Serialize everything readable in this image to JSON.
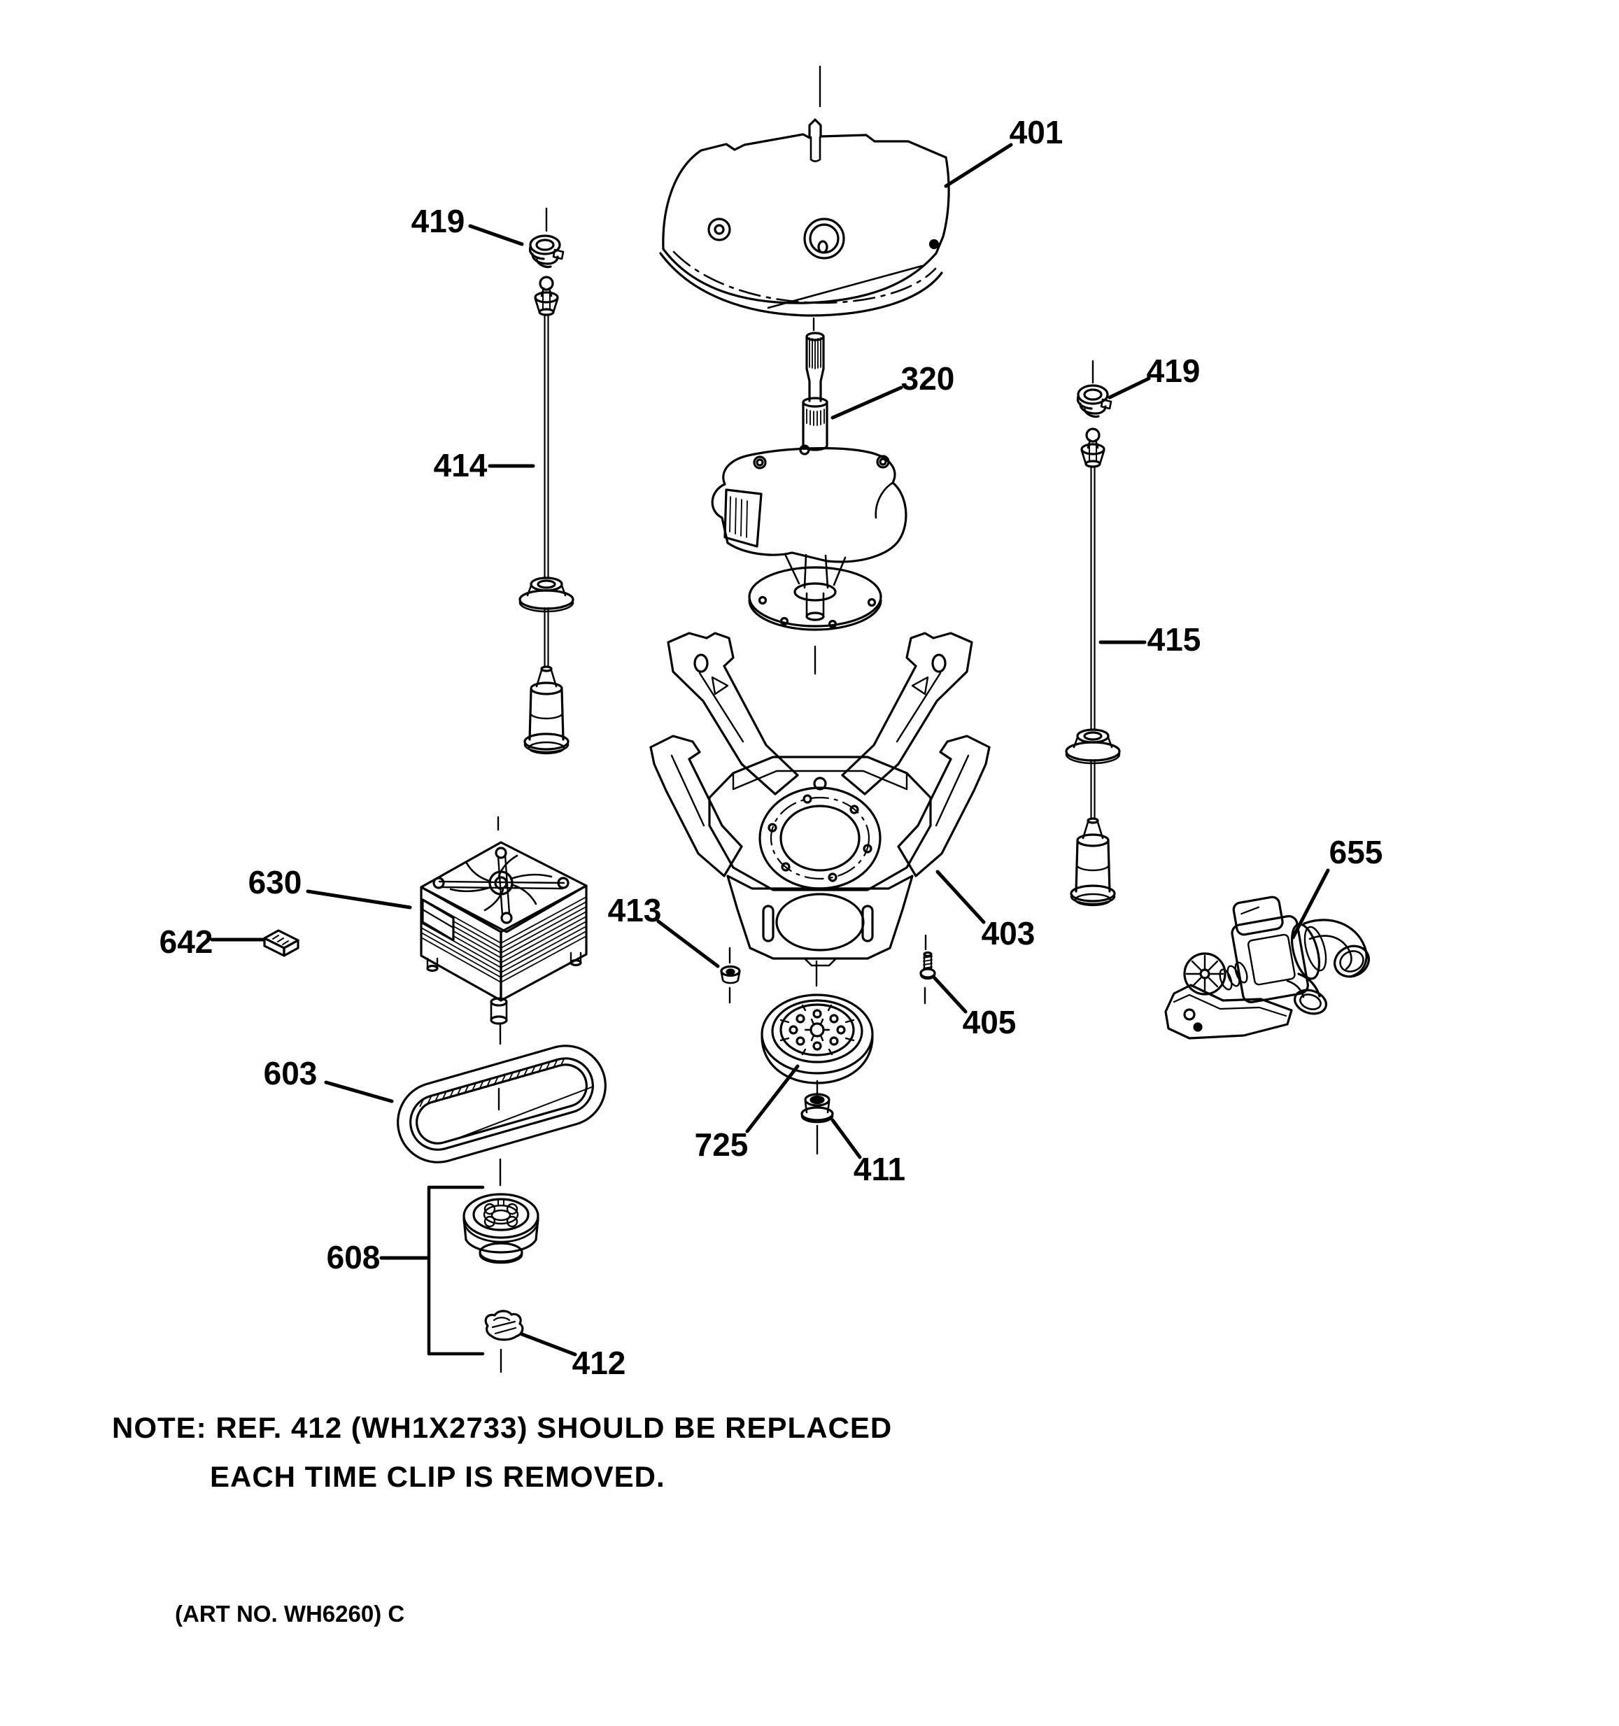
{
  "document": {
    "title": "Washer suspension, pump and drive components exploded parts diagram",
    "note_line1": "NOTE: REF. 412 (WH1X2733) SHOULD BE REPLACED",
    "note_line2": "EACH TIME CLIP IS REMOVED.",
    "art_no": "(ART NO. WH6260) C",
    "ink_color": "#000000",
    "background_color": "#ffffff"
  },
  "callouts": [
    {
      "ref": "401",
      "part": "cover"
    },
    {
      "ref": "419",
      "part": "cap-left"
    },
    {
      "ref": "414",
      "part": "suspension-rod-left"
    },
    {
      "ref": "320",
      "part": "transmission"
    },
    {
      "ref": "419",
      "part": "cap-right"
    },
    {
      "ref": "415",
      "part": "suspension-rod-right"
    },
    {
      "ref": "403",
      "part": "suspension-platform"
    },
    {
      "ref": "413",
      "part": "nut-platform"
    },
    {
      "ref": "405",
      "part": "screw"
    },
    {
      "ref": "630",
      "part": "drive-motor"
    },
    {
      "ref": "642",
      "part": "terminal-block"
    },
    {
      "ref": "603",
      "part": "drive-belt"
    },
    {
      "ref": "725",
      "part": "pulley"
    },
    {
      "ref": "411",
      "part": "nut-pulley"
    },
    {
      "ref": "608",
      "part": "clutch-assembly"
    },
    {
      "ref": "412",
      "part": "clip"
    },
    {
      "ref": "655",
      "part": "drain-pump"
    }
  ]
}
